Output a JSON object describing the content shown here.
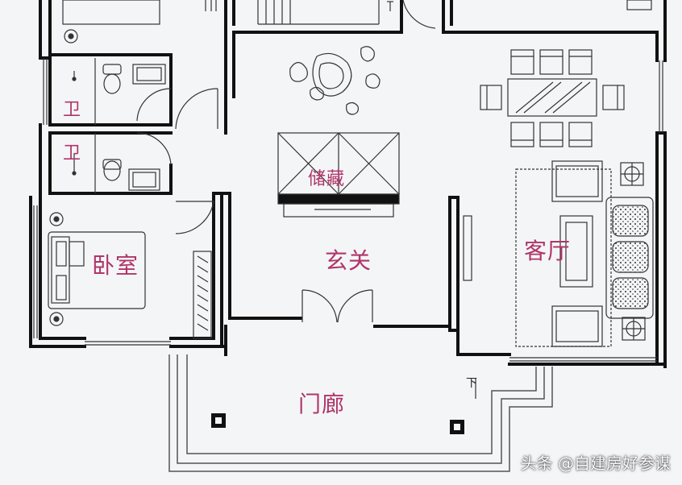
{
  "rooms": {
    "bath_upper": "卫",
    "bath_lower": "卫",
    "bedroom": "卧室",
    "storage": "储藏",
    "foyer": "玄关",
    "living": "客厅",
    "porch": "门廊"
  },
  "stair_down": "下",
  "watermark": "头条 @自建房好参谋"
}
